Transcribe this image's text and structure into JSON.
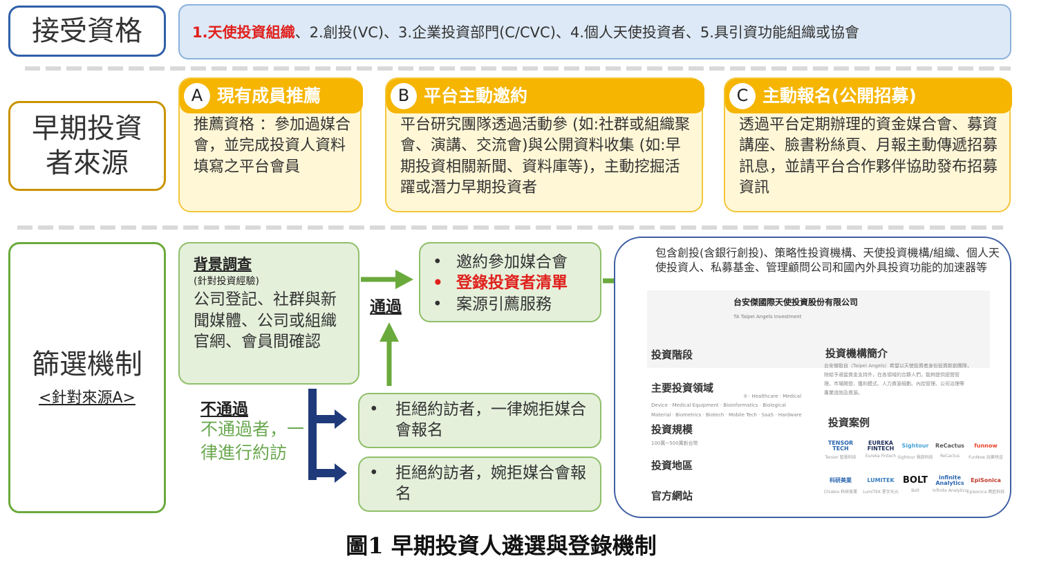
{
  "row_labels": {
    "eligibility": "接受資格",
    "source_line1": "早期投資",
    "source_line2": "者來源",
    "screening": "篩選機制",
    "screening_sub": "<針對來源A>"
  },
  "eligibility": {
    "highlight": "1.天使投資組織",
    "rest": "、2.創投(VC)、3.企業投資部門(C/CVC)、4.個人天使投資者、5.具引資功能組織或協會"
  },
  "sources": [
    {
      "letter": "A",
      "title": "現有成員推薦",
      "body": "推薦資格 ：參加過媒合會，並完成投資人資料填寫之平台會員"
    },
    {
      "letter": "B",
      "title": "平台主動邀約",
      "body": "平台研究團隊透過活動參 (如:社群或組織聚會、演講、交流會)與公開資料收集 (如:早期投資相關新聞、資料庫等)，主動挖掘活躍或潛力早期投資者"
    },
    {
      "letter": "C",
      "title": "主動報名(公開招募)",
      "body": "透過平台定期辦理的資金媒合會、募資講座、臉書粉絲頁、月報主動傳遞招募訊息，並請平台合作夥伴協助發布招募資訊"
    }
  ],
  "screening": {
    "background_title": "背景調查",
    "background_sub": "(針對投資經驗)",
    "background_body": "公司登記、社群與新聞媒體、公司或組織官網、會員間確認",
    "pass_label": "通過",
    "fail_label": "不通過",
    "fail_desc": "不通過者，一律進行約訪",
    "bullet_symbol": "•",
    "pass_items": [
      {
        "text": "邀約參加媒合會",
        "red": false
      },
      {
        "text": "登錄投資者清單",
        "red": true
      },
      {
        "text": "案源引薦服務",
        "red": false
      }
    ],
    "reject_1": "拒絕約訪者，一律婉拒媒合會報名",
    "reject_2": "拒絕約訪者，婉拒媒合會報名"
  },
  "profile": {
    "description": "包含創投(含銀行創投)、策略性投資機構、天使投資機構/組織、個人天使投資人、私募基金、管理顧問公司和國內外具投資功能的加速器等",
    "company_name": "台安傑國際天使投資股份有限公司",
    "company_en": "TA Taipei Angels Investment",
    "section_stage": "投資階段",
    "section_field": "主要投資領域",
    "field_detail_1": "it · Healthcare · Medical",
    "field_detail_2": "Device · Medical Equipment · Bioinformatics · Biological",
    "field_detail_3": "Material · Biometrics · Biotech · Mobile Tech · SaaS · Hardware",
    "section_scale": "投資規模",
    "scale_detail": "100萬~500萬新台幣",
    "section_region": "投資地區",
    "section_website": "官方網站",
    "section_intro": "投資機構簡介",
    "intro_text_1": "台安傑取自（Taipei Angels）希望以天使投資者身份投資新創團隊，",
    "intro_text_2": "除給予適當資金支持外，在各領域的合夥人們，能夠提供經營管",
    "intro_text_3": "理、市場開發、獲利模式、人力資源規劃、內控管理、公司治理等",
    "intro_text_4": "專業諮詢及資源。",
    "section_cases": "投資案例",
    "logos": [
      {
        "name": "TENSOR TECH",
        "cap": "Tensor 智慧科技",
        "color": "#2a66b0"
      },
      {
        "name": "EUREKA FINTECH",
        "cap": "Eureka Fintech",
        "color": "#1f2f5a"
      },
      {
        "name": "Sightour",
        "cap": "Sightour 視旅科技",
        "color": "#4aa3d8"
      },
      {
        "name": "ReCactus",
        "cap": "ReCactus",
        "color": "#555555"
      },
      {
        "name": "funnow",
        "cap": "FunNow 玩樂快送",
        "color": "#e8432a"
      },
      {
        "name": "科研美業",
        "cap": "Chiabio 科研美業",
        "color": "#2a66b0"
      },
      {
        "name": "LUMITEK",
        "cap": "LumiTEK 星宇光元",
        "color": "#3a7fc1"
      },
      {
        "name": "BOLT",
        "cap": "Bolt",
        "color": "#111111"
      },
      {
        "name": "infinite Analytics",
        "cap": "Infinite Analytics",
        "color": "#2a66b0"
      },
      {
        "name": "EpiSonica",
        "cap": "Episonica 奧匠科技",
        "color": "#c0392b"
      }
    ]
  },
  "caption": "圖1  早期投資人遴選與登錄機制"
}
